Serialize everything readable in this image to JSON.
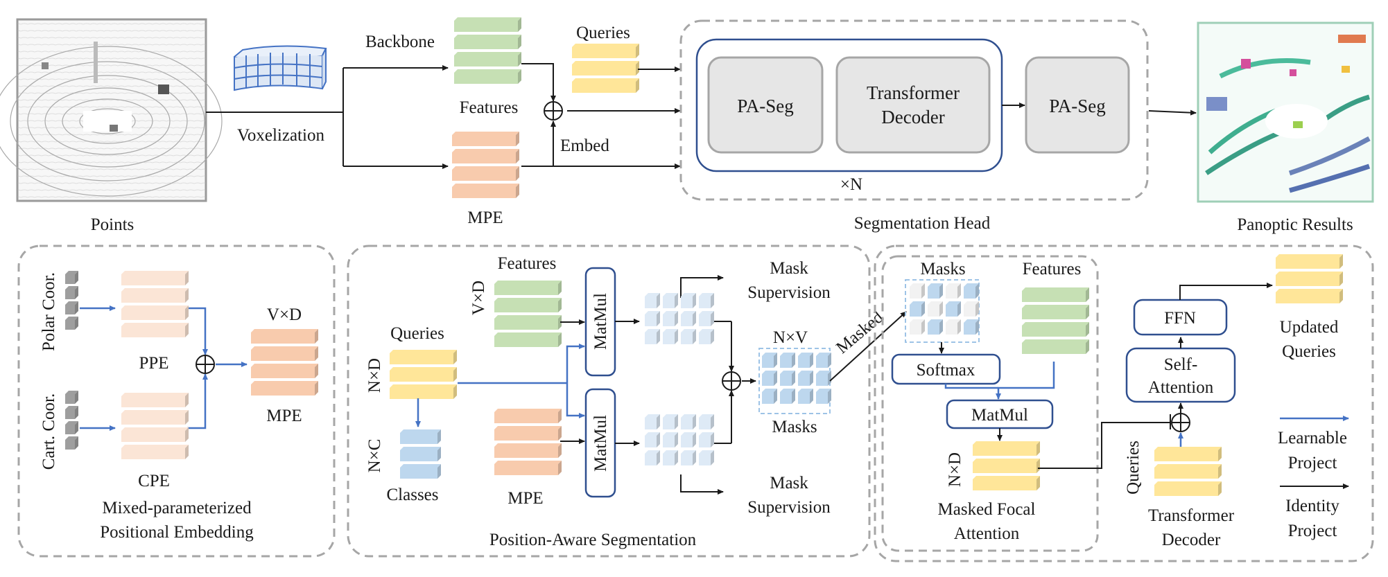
{
  "top": {
    "points_label": "Points",
    "voxelization_label": "Voxelization",
    "backbone_label": "Backbone",
    "features_label": "Features",
    "mpe_label": "MPE",
    "queries_label": "Queries",
    "embed_label": "Embed",
    "paseg_label": "PA-Seg",
    "transformer_decoder_line1": "Transformer",
    "transformer_decoder_line2": "Decoder",
    "repeat_label": "×N",
    "seg_head_label": "Segmentation Head",
    "panoptic_label": "Panoptic Results"
  },
  "mpe_panel": {
    "polar_label": "Polar Coor.",
    "cart_label": "Cart. Coor.",
    "ppe_label": "PPE",
    "cpe_label": "CPE",
    "vd_label": "V×D",
    "mpe_label": "MPE",
    "caption_line1": "Mixed-parameterized",
    "caption_line2": "Positional Embedding"
  },
  "paseg_panel": {
    "features_label": "Features",
    "vd_label": "V×D",
    "queries_label": "Queries",
    "nd_label": "N×D",
    "nc_label": "N×C",
    "classes_label": "Classes",
    "mpe_label": "MPE",
    "matmul_label": "MatMul",
    "mask_sup_line1": "Mask",
    "mask_sup_line2": "Supervision",
    "nv_label": "N×V",
    "masks_label": "Masks",
    "caption": "Position-Aware Segmentation"
  },
  "decoder_panel": {
    "masked_label": "Masked",
    "masks_label": "Masks",
    "features_label": "Features",
    "softmax_label": "Softmax",
    "matmul_label": "MatMul",
    "nd_label": "N×D",
    "mfa_line1": "Masked Focal",
    "mfa_line2": "Attention",
    "ffn_label": "FFN",
    "self_attn_line1": "Self-",
    "self_attn_line2": "Attention",
    "queries_label": "Queries",
    "td_line1": "Transformer",
    "td_line2": "Decoder",
    "updated_line1": "Updated",
    "updated_line2": "Queries",
    "learnable_line1": "Learnable",
    "learnable_line2": "Project",
    "identity_line1": "Identity",
    "identity_line2": "Project"
  },
  "colors": {
    "green": "#c6e0b4",
    "orange": "#f8cbad",
    "light_orange": "#fbe5d6",
    "yellow": "#ffe699",
    "blue_cube": "#bdd7ee",
    "gray_cube": "#9e9e9e",
    "blue_arrow": "#4472c4",
    "navy_border": "#2f4f8f",
    "gray_box": "#e6e6e6",
    "dash_gray": "#a6a6a6"
  }
}
